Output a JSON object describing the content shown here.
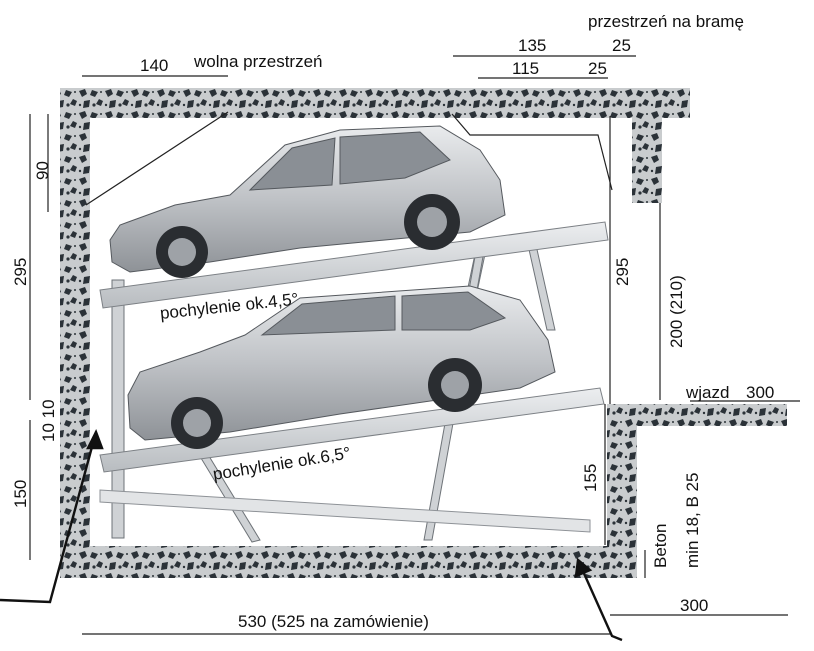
{
  "labels": {
    "gate_space": "przestrzeń na bramę",
    "free_space": "wolna przestrzeń",
    "dim_140": "140",
    "dim_135": "135",
    "dim_25_top": "25",
    "dim_115": "115",
    "dim_25_second": "25",
    "dim_90": "90",
    "dim_295_left": "295",
    "dim_295_right": "295",
    "dim_200_210": "200 (210)",
    "entry": "wjazd",
    "entry_300": "300",
    "dim_10_10": "10 10",
    "dim_150": "150",
    "dim_155": "155",
    "incline_upper": "pochylenie ok.4,5°",
    "incline_lower": "pochylenie ok.6,5°",
    "concrete_1": "Beton",
    "concrete_2": "min 18, B 25",
    "dim_530": "530 (525 na zamówienie)",
    "dim_300_bottom": "300"
  },
  "colors": {
    "concrete_dark": "#2b3238",
    "concrete_light": "#c9ccce",
    "platform": "#d9dcdf",
    "car_body": "#bfc2c6",
    "car_dark": "#2a2d31"
  }
}
